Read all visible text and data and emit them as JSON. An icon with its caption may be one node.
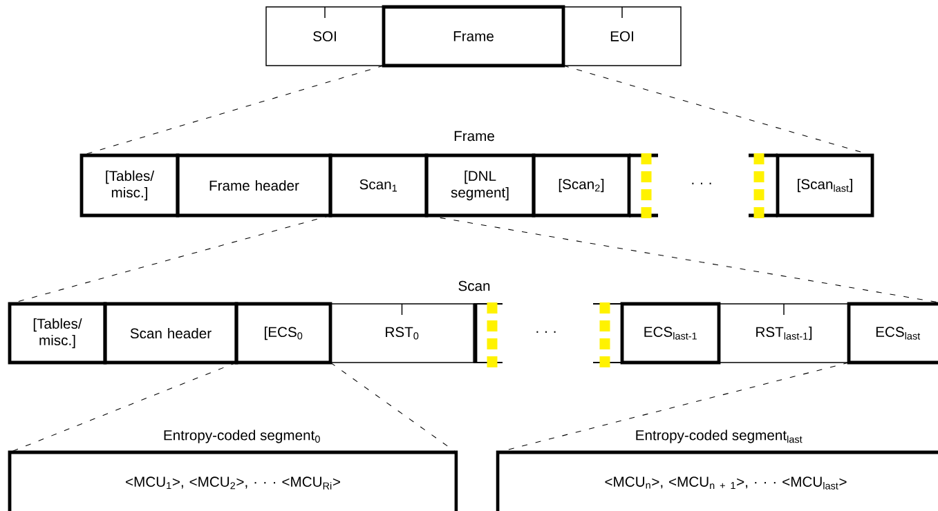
{
  "diagram": {
    "nodes": [
      {
        "text": [
          "SOI"
        ]
      },
      {
        "text": [
          "Frame"
        ]
      },
      {
        "text": [
          "EOI"
        ]
      },
      {
        "text": [
          "[Tables/ misc.]"
        ]
      },
      {
        "text": [
          "Frame header"
        ]
      },
      {
        "text": [
          "Scan$_{1}$"
        ]
      },
      {
        "text": [
          "[DNL segment]"
        ]
      },
      {
        "text": [
          "[Scan$_{2}$]"
        ]
      },
      {
        "text": [
          "[Scan$_{last}$]"
        ]
      },
      {
        "text": [
          "[Tables/ misc.]"
        ]
      },
      {
        "text": [
          "Scan header"
        ]
      },
      {
        "text": [
          "[ECS$_{0}$"
        ]
      },
      {
        "text": [
          "RST$_{0}$"
        ]
      },
      {
        "text": [
          "ECS$_{last-1}$"
        ]
      },
      {
        "text": [
          "RST$_{last-1}$]"
        ]
      },
      {
        "text": [
          "ECS$_{last}$"
        ]
      },
      {
        "text": [
          "<MCU$_{1}$>, <MCU$_{2}$>,   · · ·   <MCU$_{Ri}$>"
        ]
      },
      {
        "text": [
          "<MCU$_{n}$>, <MCU$_{n + 1}$>,   · · ·   <MCU$_{last}$>"
        ]
      }
    ],
    "edges": [
      {
        "from": 1,
        "to": 3,
        "arrow": "none",
        "style": "dashed"
      },
      {
        "from": 1,
        "to": 8,
        "arrow": "none",
        "style": "dashed"
      },
      {
        "from": 5,
        "to": 9,
        "arrow": "none",
        "style": "dashed"
      },
      {
        "from": 5,
        "to": 15,
        "arrow": "none",
        "style": "dashed"
      },
      {
        "from": 11,
        "to": 16,
        "arrow": "none",
        "style": "dashed"
      },
      {
        "from": 11,
        "to": 16,
        "arrow": "none",
        "style": "dashed"
      },
      {
        "from": 15,
        "to": 17,
        "arrow": "none",
        "style": "dashed"
      }
    ],
    "labels": [
      "Frame",
      "· · ·",
      "Scan",
      "· · ·",
      "Entropy-coded segment$_{0}$",
      "Entropy-coded segment$_{last}$"
    ]
  }
}
